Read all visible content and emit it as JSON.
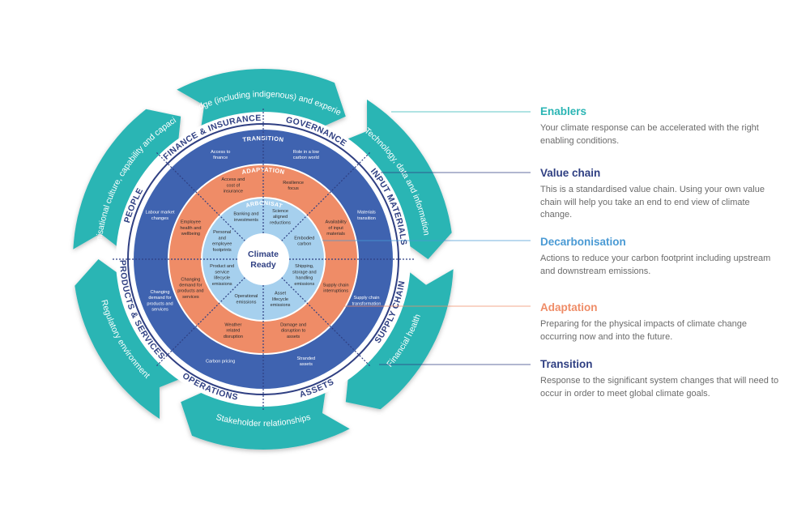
{
  "colors": {
    "teal": "#2bb5b4",
    "navy": "#2f3f82",
    "ring_blue": "#3f63b0",
    "orange": "#ef8c67",
    "light_blue": "#a6d0ee",
    "text_gray": "#6b6b6b"
  },
  "center": {
    "line1": "Climate",
    "line2": "Ready"
  },
  "enablers": [
    "Knowledge (including indigenous) and experience",
    "Technology, data and information",
    "Financial health",
    "Stakeholder relationships",
    "Regulatory environment",
    "Organisational culture, capability and capacity"
  ],
  "value_chain": [
    "GOVERNANCE",
    "INPUT MATERIALS",
    "SUPPLY CHAIN",
    "ASSETS",
    "OPERATIONS",
    "PRODUCTS & SERVICES",
    "PEOPLE",
    "FINANCE & INSURANCE"
  ],
  "ring_labels": {
    "transition": "TRANSITION",
    "adaptation": "ADAPTATION",
    "decarbonisation": "DECARBONISATION"
  },
  "transition_items": [
    "Role in a low carbon world",
    "Materials transition",
    "Supply chain transformation",
    "Stranded assets",
    "Carbon pricing",
    "Changing demand for products and services",
    "Labour market changes",
    "Access to finance"
  ],
  "adaptation_items": [
    "Resilience focus",
    "Availability of input materials",
    "Supply chain interruptions",
    "Damage and disruption to assets",
    "Weather related disruption",
    "Changing demand for products and services",
    "Employee health and wellbeing",
    "Access and cost of insurance"
  ],
  "decarbonisation_items": [
    "Science aligned reductions",
    "Embodied carbon",
    "Shipping, storage and handling emissions",
    "Asset lifecycle emissions",
    "Operational emissions",
    "Product and service lifecycle emissions",
    "Personal and employee footprints",
    "Banking and investments"
  ],
  "legend": [
    {
      "title": "Enablers",
      "text": "Your climate response can be accelerated with the right enabling conditions.",
      "color": "#2bb5b4"
    },
    {
      "title": "Value chain",
      "text": "This is a standardised value chain.  Using your own value chain will help you take an end to end view of climate change.",
      "color": "#2f3f82"
    },
    {
      "title": "Decarbonisation",
      "text": "Actions to reduce your carbon footprint including upstream and downstream emissions.",
      "color": "#4a9ad4"
    },
    {
      "title": "Adaptation",
      "text": "Preparing for the physical impacts of climate change occurring now and into the future.",
      "color": "#ef8c67"
    },
    {
      "title": "Transition",
      "text": "Response to the significant system changes that will need to occur in order to meet global climate goals.",
      "color": "#2f3f82"
    }
  ]
}
